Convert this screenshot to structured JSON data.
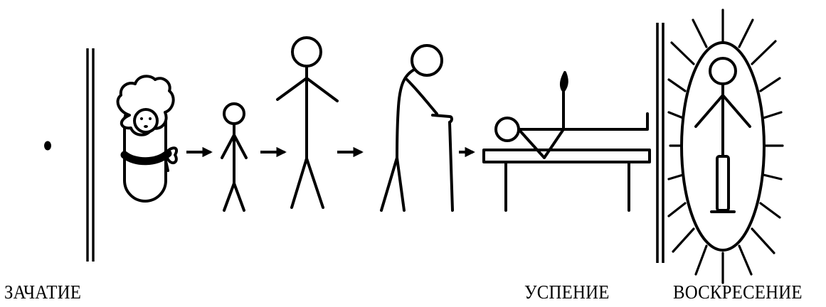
{
  "colors": {
    "ink": "#000000",
    "background": "#ffffff"
  },
  "labels": {
    "conception": "ЗАЧАТИЕ",
    "dormition": "УСПЕНИЕ",
    "resurrection": "ВОСКРЕСЕНИЕ"
  },
  "stages": [
    {
      "icon": "dot-icon"
    },
    {
      "icon": "double-bar-icon"
    },
    {
      "icon": "swaddled-infant-icon"
    },
    {
      "icon": "arrow-right-icon"
    },
    {
      "icon": "child-figure-icon"
    },
    {
      "icon": "arrow-right-icon"
    },
    {
      "icon": "adult-figure-icon"
    },
    {
      "icon": "arrow-right-icon"
    },
    {
      "icon": "elder-with-cane-icon"
    },
    {
      "icon": "arrow-right-icon"
    },
    {
      "icon": "deathbed-with-candle-icon"
    },
    {
      "icon": "double-bar-icon"
    },
    {
      "icon": "radiant-figure-icon"
    }
  ]
}
